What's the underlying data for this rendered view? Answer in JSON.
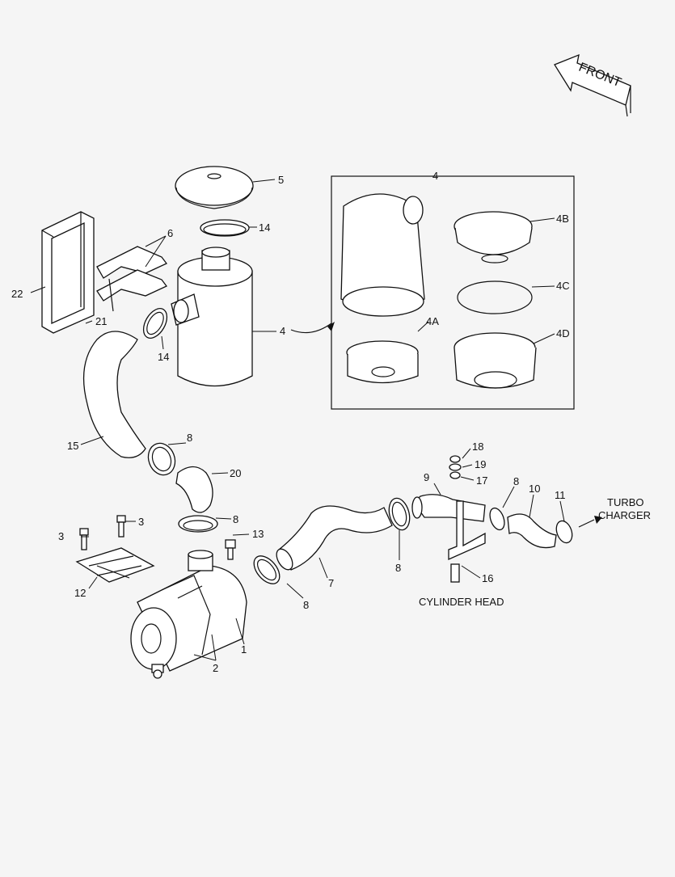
{
  "front_label": "FRONT",
  "turbo_charger_label": [
    "TURBO",
    "CHARGER"
  ],
  "cylinder_head_label": "CYLINDER HEAD",
  "callouts": {
    "c1": "1",
    "c2": "2",
    "c3a": "3",
    "c3b": "3",
    "c4": "4",
    "c4box": "4",
    "c4A": "4A",
    "c4B": "4B",
    "c4C": "4C",
    "c4D": "4D",
    "c5": "5",
    "c6": "6",
    "c7": "7",
    "c8a": "8",
    "c8b": "8",
    "c8c": "8",
    "c8d": "8",
    "c8e": "8",
    "c9": "9",
    "c10": "10",
    "c11": "11",
    "c12": "12",
    "c13": "13",
    "c14a": "14",
    "c14b": "14",
    "c15": "15",
    "c16": "16",
    "c17": "17",
    "c18": "18",
    "c19": "19",
    "c20": "20",
    "c21": "21",
    "c22": "22"
  }
}
